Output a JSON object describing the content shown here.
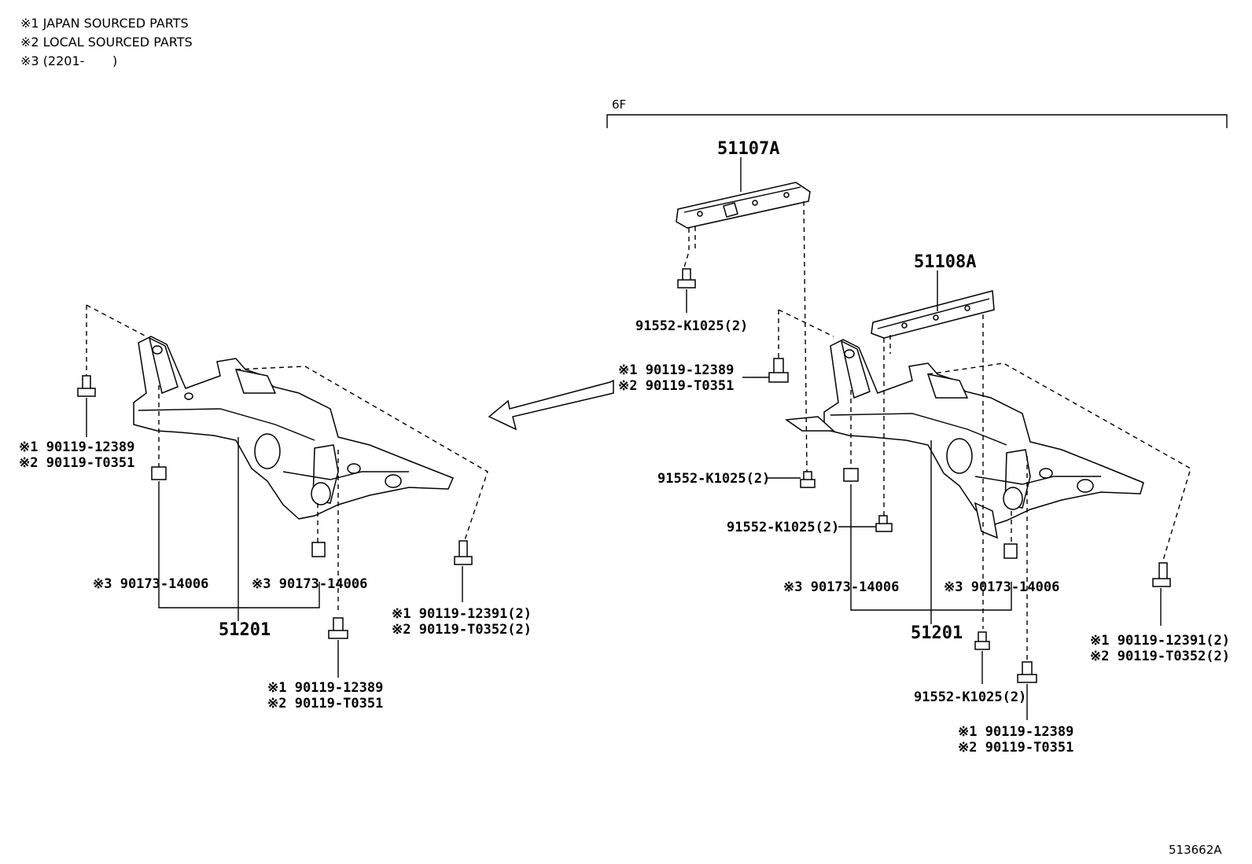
{
  "legend": {
    "note1": "※1 JAPAN SOURCED PARTS",
    "note2": "※2 LOCAL SOURCED PARTS",
    "note3": "※3 (2201-       )"
  },
  "group_label": "6F",
  "diagram_id": "513662A",
  "left_assembly": {
    "crossmember_label": "51201",
    "bolt_left_1": "※1 90119-12389",
    "bolt_left_2": "※2 90119-T0351",
    "nut_left": "※3 90173-14006",
    "nut_right": "※3 90173-14006",
    "bolt_rear_1": "※1 90119-12391(2)",
    "bolt_rear_2": "※2 90119-T0352(2)",
    "bolt_bottom_1": "※1 90119-12389",
    "bolt_bottom_2": "※2 90119-T0351"
  },
  "right_assembly": {
    "bracket_a_label": "51107A",
    "bracket_b_label": "51108A",
    "crossmember_label": "51201",
    "bolt_top": "91552-K1025(2)",
    "bolt_left_1": "※1 90119-12389",
    "bolt_left_2": "※2 90119-T0351",
    "bolt_mid": "91552-K1025(2)",
    "bolt_mid2": "91552-K1025(2)",
    "nut_left": "※3 90173-14006",
    "nut_right": "※3 90173-14006",
    "bolt_rear_1": "※1 90119-12391(2)",
    "bolt_rear_2": "※2 90119-T0352(2)",
    "bolt_lower": "91552-K1025(2)",
    "bolt_bottom_1": "※1 90119-12389",
    "bolt_bottom_2": "※2 90119-T0351"
  }
}
